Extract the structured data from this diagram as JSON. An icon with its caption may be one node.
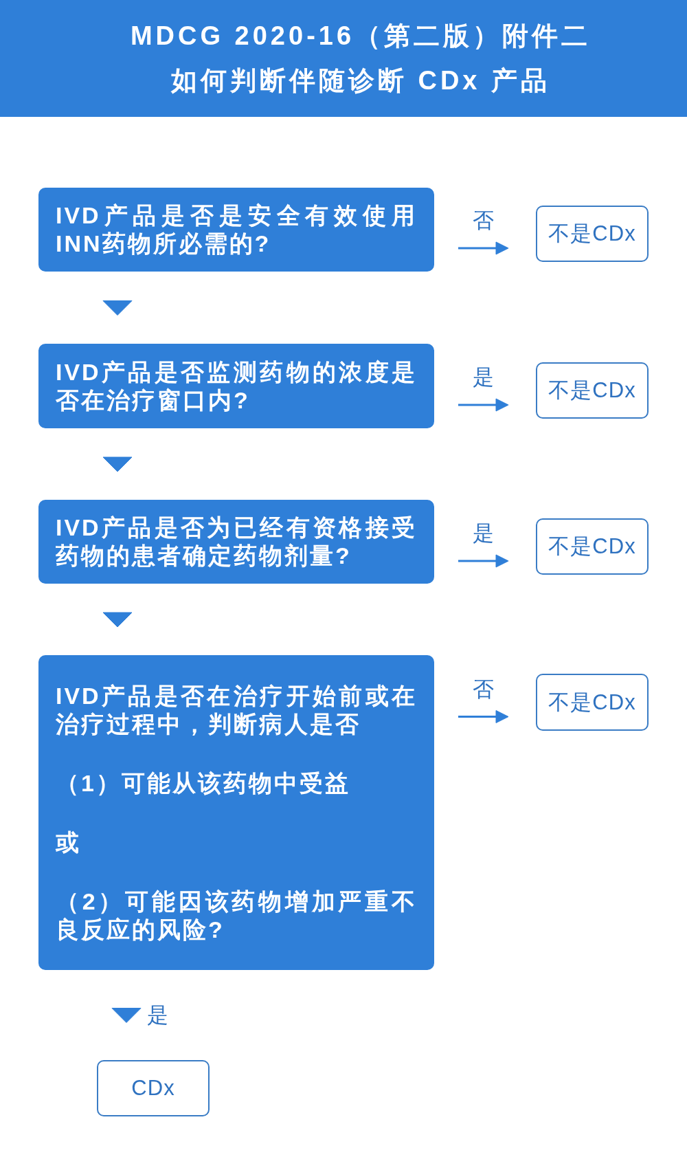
{
  "diagram": {
    "title": "MDCG 2020-16（第二版）附件二如何判断伴随诊断 CDx 产品",
    "nodes": [
      {
        "text": [
          "IVD产品是否是安全有效使用INN药物所必需的?"
        ]
      },
      {
        "text": [
          "不是CDx"
        ]
      },
      {
        "text": [
          "IVD产品是否监测药物的浓度是否在治疗窗口内?"
        ]
      },
      {
        "text": [
          "不是CDx"
        ]
      },
      {
        "text": [
          "IVD产品是否为已经有资格接受药物的患者确定药物剂量?"
        ]
      },
      {
        "text": [
          "不是CDx"
        ]
      },
      {
        "text": [
          "IVD产品是否在治疗开始前或在治疗过程中，判断病人是否",
          "（1）可能从该药物中受益",
          "或",
          "（2）可能因该药物增加严重不良反应的风险?"
        ]
      },
      {
        "text": [
          "不是CDx"
        ]
      },
      {
        "text": [
          "CDx"
        ]
      }
    ],
    "edges": [
      {
        "from": 0,
        "to": 1,
        "arrow": "to",
        "label": "否"
      },
      {
        "from": 0,
        "to": 2,
        "arrow": "to"
      },
      {
        "from": 2,
        "to": 3,
        "arrow": "to",
        "label": "是"
      },
      {
        "from": 2,
        "to": 4,
        "arrow": "to"
      },
      {
        "from": 4,
        "to": 5,
        "arrow": "to",
        "label": "是"
      },
      {
        "from": 4,
        "to": 6,
        "arrow": "to"
      },
      {
        "from": 6,
        "to": 7,
        "arrow": "to",
        "label": "否"
      },
      {
        "from": 6,
        "to": 8,
        "arrow": "to",
        "label": "是"
      }
    ]
  }
}
